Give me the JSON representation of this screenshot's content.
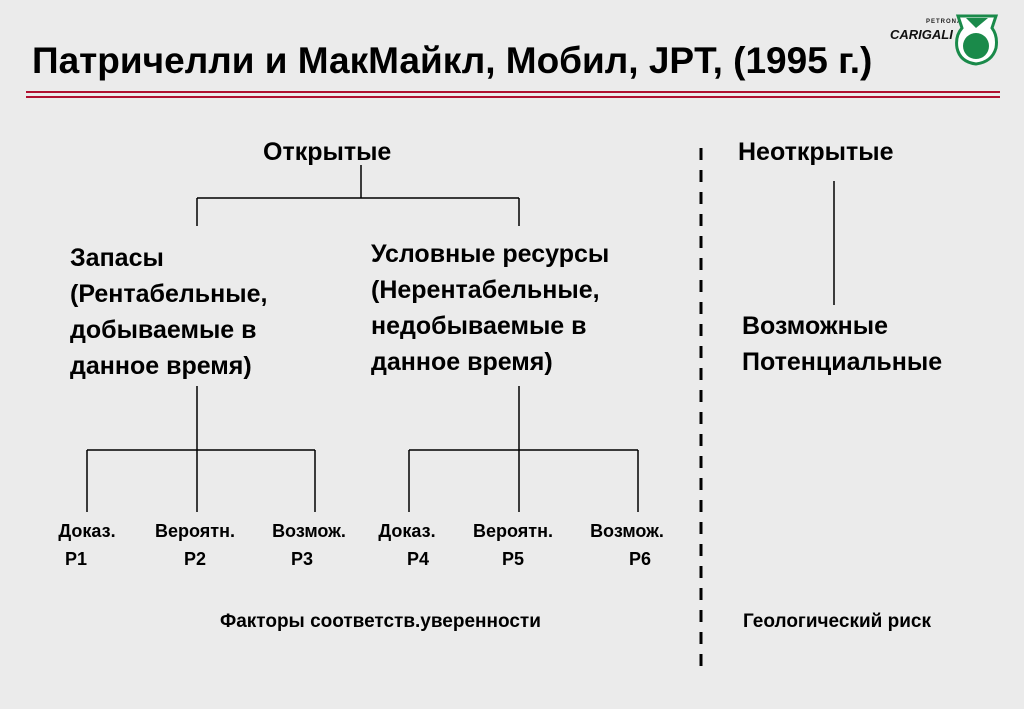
{
  "header": {
    "title": "Патричелли и МакМайкл, Мобил, JPT, (1995 г.)",
    "logo": {
      "small_text": "PETRONAS",
      "big_text": "CARIGALI",
      "color": "#1a8a4a"
    }
  },
  "colors": {
    "background": "#ebebeb",
    "rule": "#b01030"
  },
  "diagram": {
    "discovered": "Открытые",
    "undiscovered": "Неоткрытые",
    "reserves": [
      "Запасы",
      "(Рентабельные,",
      "добываемые в",
      "данное время)"
    ],
    "contingent": [
      "Условные ресурсы",
      "(Нерентабельные,",
      "недобываемые в",
      "данное время)"
    ],
    "prospective": [
      "Возможные",
      "Потенциальные"
    ],
    "categories": [
      {
        "name": "Доказ.",
        "code": "P1"
      },
      {
        "name": "Вероятн.",
        "code": "P2"
      },
      {
        "name": "Возмож.",
        "code": "P3"
      },
      {
        "name": "Доказ.",
        "code": "P4"
      },
      {
        "name": "Вероятн.",
        "code": "P5"
      },
      {
        "name": "Возмож.",
        "code": "P6"
      }
    ],
    "footer_left": "Факторы соответств.уверенности",
    "footer_right": "Геологический риск"
  }
}
